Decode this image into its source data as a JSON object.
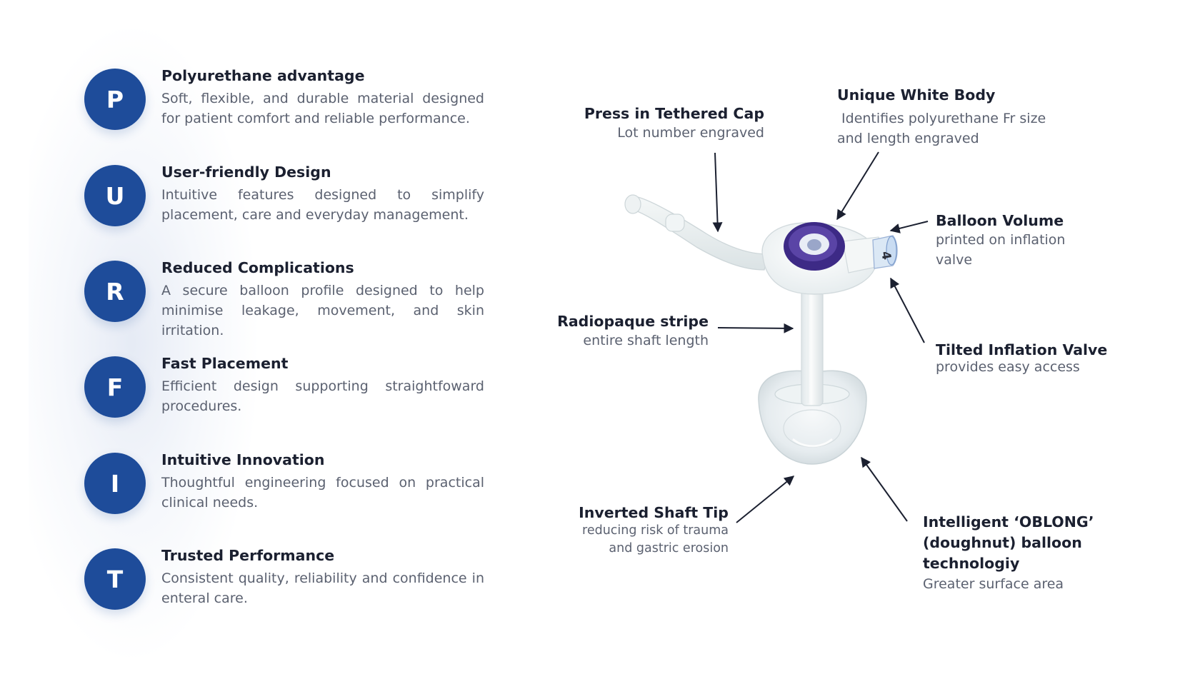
{
  "features": [
    {
      "letter": "P",
      "title": "Polyurethane advantage",
      "text": "Soft, flexible, and durable material designed for patient comfort and reliable performance."
    },
    {
      "letter": "U",
      "title": "User-friendly Design",
      "text": "Intuitive features designed to simplify placement, care and everyday management."
    },
    {
      "letter": "R",
      "title": "Reduced Complications",
      "text": "A secure balloon profile designed to help minimise leakage, movement, and skin irritation."
    },
    {
      "letter": "F",
      "title": "Fast Placement",
      "text": "Efficient design supporting straightfoward procedures."
    },
    {
      "letter": "I",
      "title": "Intuitive Innovation",
      "text": "Thoughtful engineering focused on practical clinical needs."
    },
    {
      "letter": "T",
      "title": "Trusted Performance",
      "text": "Consistent quality, reliability and confidence in enteral care."
    }
  ],
  "callouts": {
    "cap": {
      "title": "Press in Tethered Cap",
      "sub": "Lot number engraved"
    },
    "body": {
      "title": "Unique White Body",
      "sub1": " Identifies polyurethane Fr size",
      "sub2": "and length engraved"
    },
    "balloon_volume": {
      "title": "Balloon Volume",
      "sub1": "printed on inflation",
      "sub2": "valve"
    },
    "stripe": {
      "title": "Radiopaque stripe",
      "sub": "entire shaft length"
    },
    "valve": {
      "title": "Tilted Inflation Valve",
      "sub": "provides easy access"
    },
    "tip": {
      "title": "Inverted Shaft Tip",
      "sub1": "reducing risk of trauma",
      "sub2": "and gastric erosion"
    },
    "oblong": {
      "title1": "Intelligent ‘OBLONG’",
      "title2": "(doughnut) balloon",
      "title3": "technologiy",
      "sub": "Greater surface area"
    }
  },
  "device": {
    "valve_marking": "4"
  },
  "colors": {
    "badge": "#1e4c9a",
    "ring": "#3d2a86",
    "title": "#1b2030",
    "body": "#5b6170",
    "arrow": "#1b2030"
  }
}
